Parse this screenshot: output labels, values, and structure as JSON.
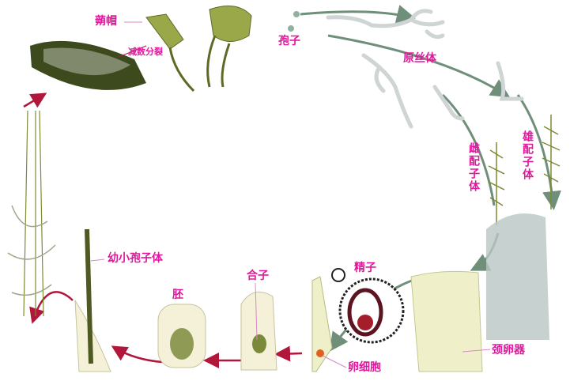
{
  "title": "Moss life cycle",
  "colors": {
    "label": "#e0189c",
    "cycle_arrow": "#6f8f7a",
    "red_arrow": "#b0173a",
    "plant": "#7d8a32"
  },
  "labels": {
    "calyptra": "蒴帽",
    "meiosis": "减数分裂",
    "spore": "孢子",
    "protonema": "原丝体",
    "female_gametophyte": "雌配子体",
    "male_gametophyte": "雄配子体",
    "archegonium": "颈卵器",
    "sperm": "精子",
    "egg_cell": "卵细胞",
    "zygote": "合子",
    "embryo": "胚",
    "young_sporophyte": "幼小孢子体"
  }
}
